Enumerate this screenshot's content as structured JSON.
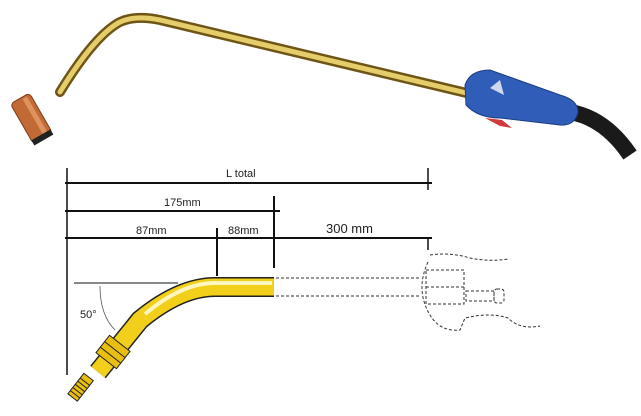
{
  "dimensions": {
    "total": "L total",
    "neck": "175mm",
    "straight_front": "87mm",
    "straight_rear": "88mm",
    "handle": "300 mm",
    "angle": "50°"
  },
  "colors": {
    "brass": "#c9a93a",
    "copper": "#c8703a",
    "handle_blue": "#2f5db8",
    "trigger_red": "#d03a3a",
    "neck_yellow": "#f2cf1a"
  }
}
